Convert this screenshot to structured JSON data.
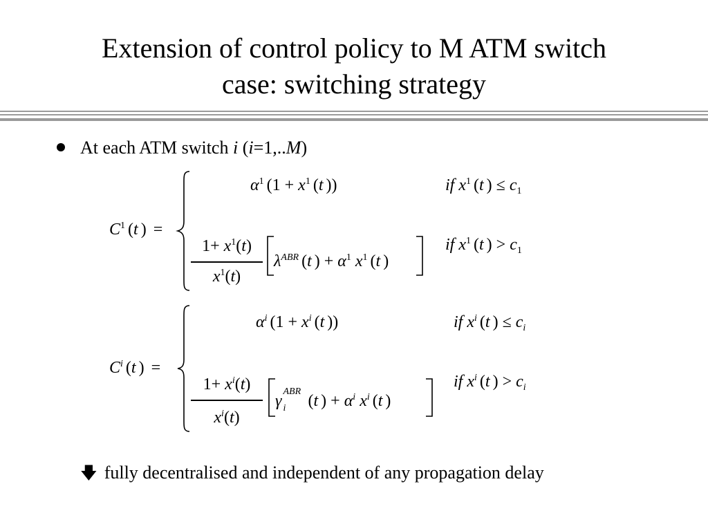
{
  "slide": {
    "title_line1": "Extension of control policy to M ATM switch",
    "title_line2": "case: switching strategy",
    "bullet": {
      "prefix": "At each ATM switch ",
      "var_i": "i",
      "paren_open": " (",
      "var_i2": "i",
      "range": "=1,..",
      "var_M": "M",
      "paren_close": ")"
    },
    "footer": {
      "arrow_icon": "down-arrow-icon",
      "text": "fully decentralised and independent of any propagation delay"
    }
  }
}
